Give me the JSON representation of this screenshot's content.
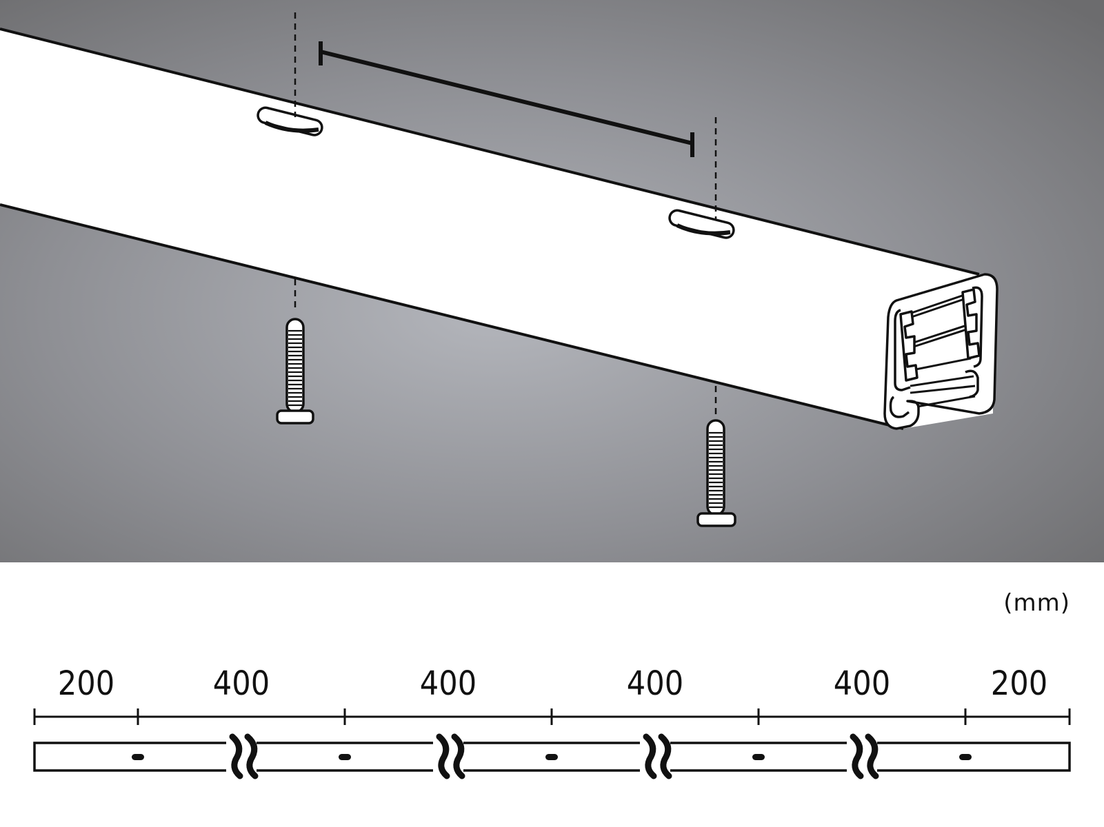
{
  "scene": {
    "background_gradient": [
      "#b3b5bb",
      "#6e6e70"
    ],
    "rail_color": "#ffffff",
    "outline_color": "#111111",
    "elements": [
      {
        "type": "rail-profile",
        "name": "track-rail-3-phase"
      },
      {
        "type": "mounting-slot",
        "index": 1
      },
      {
        "type": "mounting-slot",
        "index": 2
      },
      {
        "type": "screw",
        "index": 1
      },
      {
        "type": "screw",
        "index": 2
      },
      {
        "type": "spacing-indicator",
        "between": "slot-1 and slot-2"
      }
    ]
  },
  "plan": {
    "unit": "(mm)",
    "segments": [
      {
        "label": "200",
        "value": 200
      },
      {
        "label": "400",
        "value": 400
      },
      {
        "label": "400",
        "value": 400
      },
      {
        "label": "400",
        "value": 400
      },
      {
        "label": "400",
        "value": 400
      },
      {
        "label": "200",
        "value": 200
      }
    ],
    "hole_count": 5,
    "break_marks": 4
  }
}
